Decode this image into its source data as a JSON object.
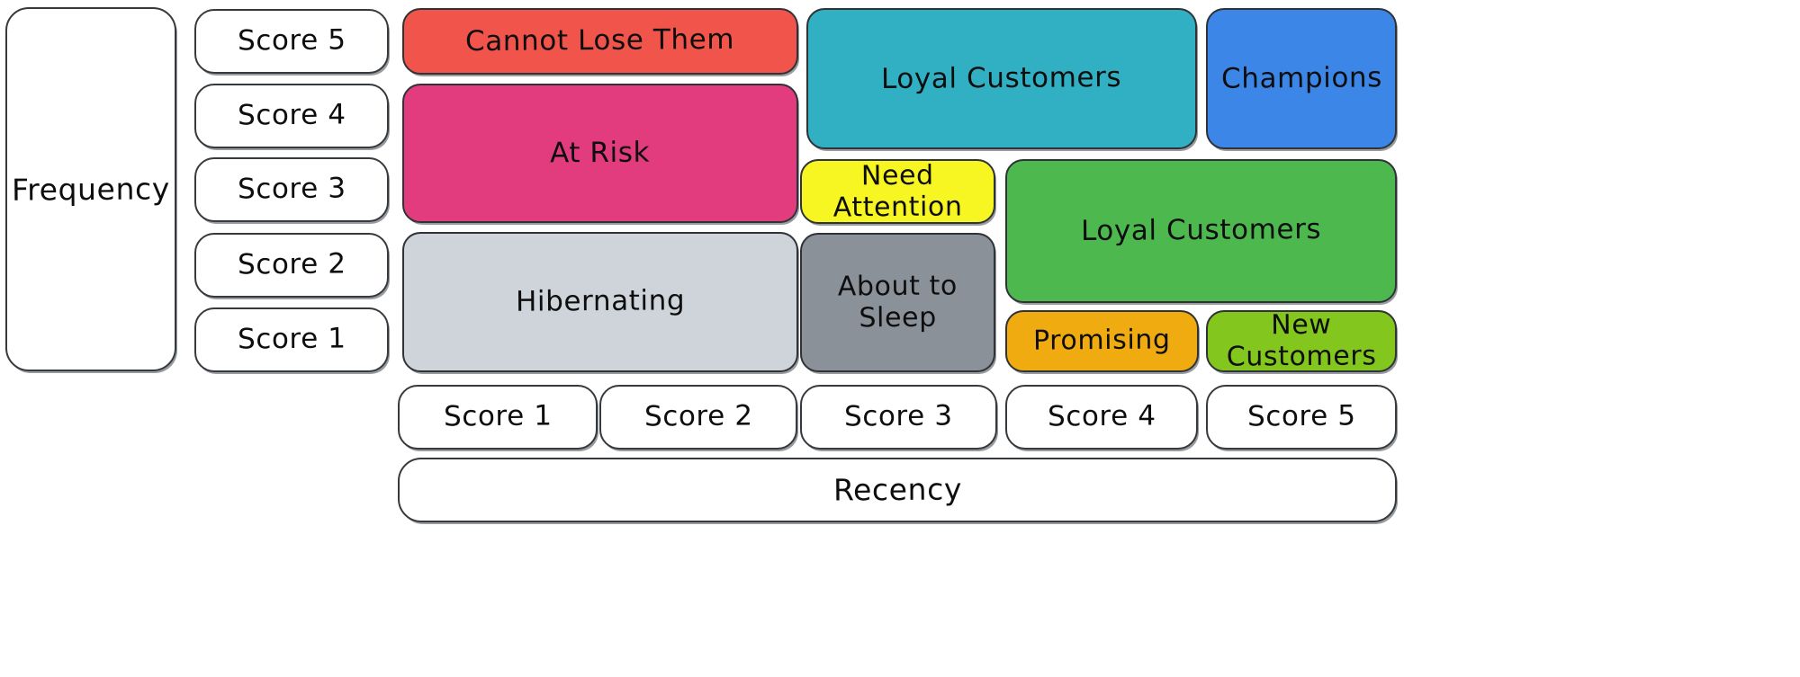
{
  "diagram": {
    "title_axis_y": "Frequency",
    "title_axis_x": "Recency",
    "frequency_scores": [
      {
        "label": "Score 5"
      },
      {
        "label": "Score 4"
      },
      {
        "label": "Score 3"
      },
      {
        "label": "Score 2"
      },
      {
        "label": "Score 1"
      }
    ],
    "recency_scores": [
      {
        "label": "Score 1"
      },
      {
        "label": "Score 2"
      },
      {
        "label": "Score 3"
      },
      {
        "label": "Score 4"
      },
      {
        "label": "Score 5"
      }
    ],
    "segments": [
      {
        "name": "cannot-lose-them",
        "label": "Cannot Lose Them",
        "color": "#f0544a"
      },
      {
        "name": "at-risk",
        "label": "At Risk",
        "color": "#e23c7f"
      },
      {
        "name": "hibernating",
        "label": "Hibernating",
        "color": "#ced4da"
      },
      {
        "name": "loyal-customers-teal",
        "label": "Loyal Customers",
        "color": "#31b0c3"
      },
      {
        "name": "need-attention",
        "label": "Need Attention",
        "color": "#f7f623"
      },
      {
        "name": "about-to-sleep",
        "label": "About to Sleep",
        "color": "#8b9199"
      },
      {
        "name": "champions",
        "label": "Champions",
        "color": "#3c86e8"
      },
      {
        "name": "loyal-customers-green",
        "label": "Loyal Customers",
        "color": "#4cb84e"
      },
      {
        "name": "promising",
        "label": "Promising",
        "color": "#f0ab11"
      },
      {
        "name": "new-customers",
        "label": "New Customers",
        "color": "#82c61e"
      }
    ],
    "colors": {
      "background": "#ffffff",
      "outline": "#36393d",
      "text": "#0e0e0e"
    }
  }
}
